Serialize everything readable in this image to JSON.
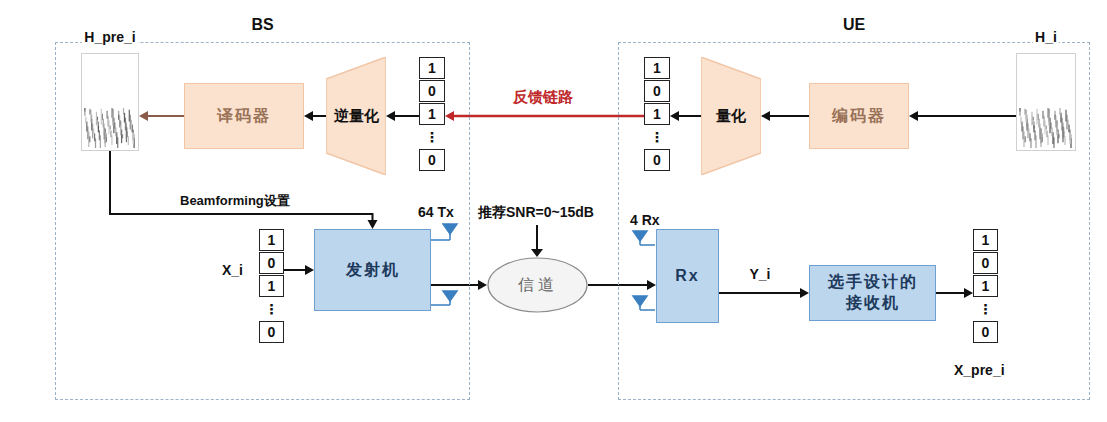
{
  "diagram": {
    "nodes": [
      {
        "text": [
          "BS"
        ]
      },
      {
        "text": [
          "H_pre_i"
        ],
        "in": 0
      },
      {
        "text": [
          "译码器"
        ],
        "in": 0
      },
      {
        "text": [
          "逆量化"
        ],
        "in": 0
      },
      {
        "text": [
          "1",
          "0",
          "1",
          "⋮",
          "0"
        ],
        "in": 0
      },
      {
        "text": [
          "1",
          "0",
          "1",
          "⋮",
          "0"
        ],
        "in": 0
      },
      {
        "text": [
          "发射机"
        ],
        "in": 0
      },
      {
        "text": [
          "信道"
        ]
      },
      {
        "text": [
          "UE"
        ]
      },
      {
        "text": [
          "1",
          "0",
          "1",
          "⋮",
          "0"
        ],
        "in": 8
      },
      {
        "text": [
          "量化"
        ],
        "in": 8
      },
      {
        "text": [
          "编码器"
        ],
        "in": 8
      },
      {
        "text": [
          "H_i"
        ],
        "in": 8
      },
      {
        "text": [
          "Rx"
        ],
        "in": 8
      },
      {
        "text": [
          "选手设计的 接收机"
        ],
        "in": 8
      },
      {
        "text": [
          "1",
          "0",
          "1",
          "⋮",
          "0"
        ],
        "in": 8
      }
    ],
    "edges": [
      {
        "from": 12,
        "to": 11,
        "arrow": "to"
      },
      {
        "from": 11,
        "to": 10,
        "arrow": "to"
      },
      {
        "from": 10,
        "to": 9,
        "arrow": "to"
      },
      {
        "from": 9,
        "to": 4,
        "label": "反馈链路",
        "arrow": "to"
      },
      {
        "from": 4,
        "to": 3,
        "arrow": "to"
      },
      {
        "from": 3,
        "to": 2,
        "arrow": "to"
      },
      {
        "from": 2,
        "to": 1,
        "arrow": "to"
      },
      {
        "from": 1,
        "to": 6,
        "label": "Beamforming设置",
        "arrow": "to"
      },
      {
        "from": 5,
        "to": 6,
        "arrow": "to"
      },
      {
        "from": 6,
        "to": 7,
        "arrow": "to"
      },
      {
        "from": 7,
        "to": 13,
        "arrow": "to"
      },
      {
        "from": 13,
        "to": 14,
        "label": "Y_i",
        "arrow": "to"
      },
      {
        "from": 14,
        "to": 15,
        "arrow": "to"
      }
    ],
    "labels": [
      "X_i",
      "64 Tx",
      "推荐SNR=0~15dB",
      "4 Rx",
      "X_pre_i"
    ]
  }
}
